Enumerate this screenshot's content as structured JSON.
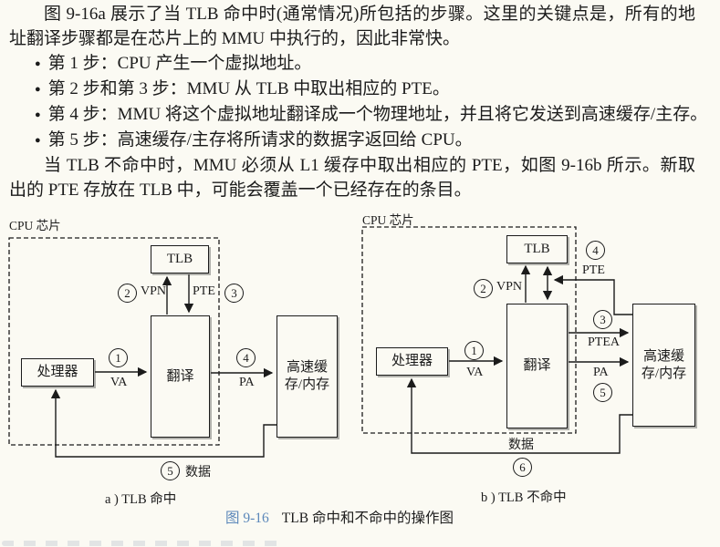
{
  "colors": {
    "paper": "#fbfaf3",
    "ink": "#1b1b1b",
    "caption_blue": "#5b87ba"
  },
  "intro": {
    "para1": "图 9-16a 展示了当 TLB 命中时(通常情况)所包括的步骤。这里的关键点是，所有的地址翻译步骤都是在芯片上的 MMU 中执行的，因此非常快。",
    "bullet_marker": "●",
    "bullets": [
      "第 1 步：CPU 产生一个虚拟地址。",
      "第 2 步和第 3 步：MMU 从 TLB 中取出相应的 PTE。",
      "第 4 步：MMU 将这个虚拟地址翻译成一个物理地址，并且将它发送到高速缓存/主存。",
      "第 5 步：高速缓存/主存将所请求的数据字返回给 CPU。"
    ],
    "para2": "当 TLB 不命中时，MMU 必须从 L1 缓存中取出相应的 PTE，如图 9-16b 所示。新取出的 PTE 存放在 TLB 中，可能会覆盖一个已经存在的条目。"
  },
  "diagram_a": {
    "chip_label": "CPU 芯片",
    "tlb": "TLB",
    "processor": "处理器",
    "translate": "翻译",
    "cache_line1": "高速缓",
    "cache_line2": "存/内存",
    "step1": "1",
    "va": "VA",
    "step2": "2",
    "vpn": "VPN",
    "pte": "PTE",
    "step3": "3",
    "step4": "4",
    "pa": "PA",
    "step5": "5",
    "data": "数据",
    "caption": "a ) TLB 命中"
  },
  "diagram_b": {
    "chip_label": "CPU 芯片",
    "tlb": "TLB",
    "processor": "处理器",
    "translate": "翻译",
    "cache_line1": "高速缓",
    "cache_line2": "存/内存",
    "step1": "1",
    "va": "VA",
    "step2": "2",
    "vpn": "VPN",
    "step4": "4",
    "pte": "PTE",
    "step3": "3",
    "ptea": "PTEA",
    "pa": "PA",
    "step5": "5",
    "data": "数据",
    "step6": "6",
    "caption": "b ) TLB 不命中"
  },
  "figure_caption": {
    "number": "图 9-16",
    "title": "TLB 命中和不命中的操作图"
  }
}
